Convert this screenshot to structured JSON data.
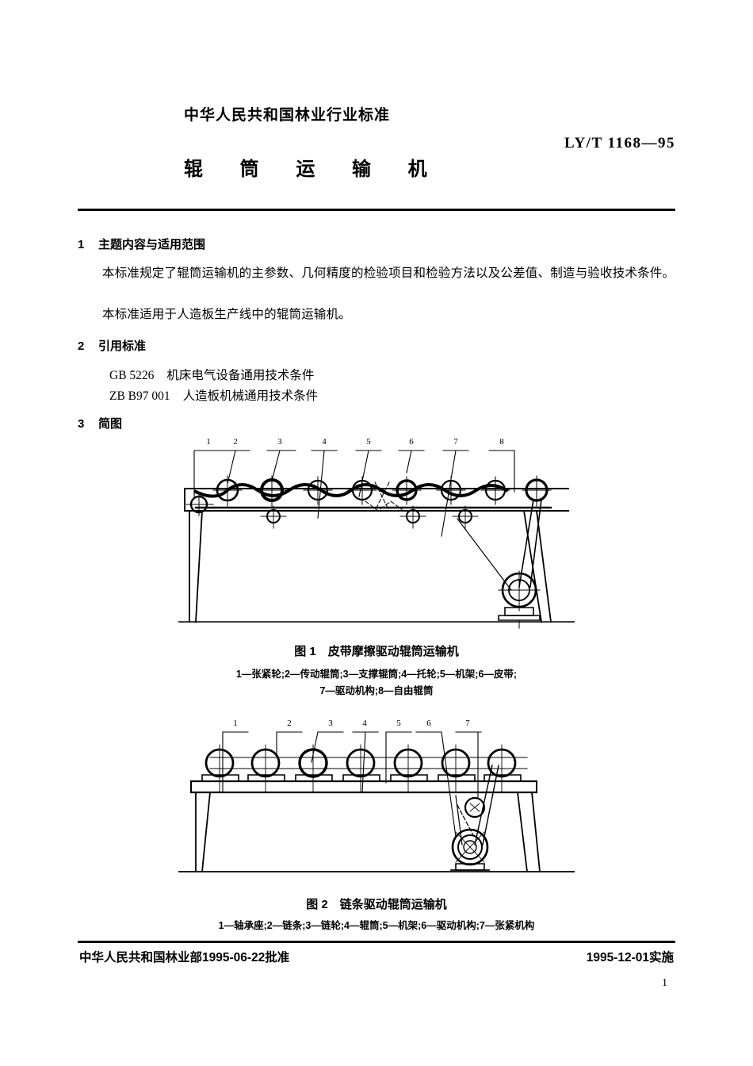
{
  "header": {
    "organization": "中华人民共和国林业行业标准",
    "standard_number": "LY/T 1168—95",
    "title": "辊 筒 运 输 机"
  },
  "sections": [
    {
      "number": "1",
      "heading": "主题内容与适用范围",
      "paragraphs": [
        "本标准规定了辊筒运输机的主参数、几何精度的检验项目和检验方法以及公差值、制造与验收技术条件。",
        "本标准适用于人造板生产线中的辊筒运输机。"
      ]
    },
    {
      "number": "2",
      "heading": "引用标准",
      "references": [
        {
          "code": "GB 5226",
          "title": "机床电气设备通用技术条件"
        },
        {
          "code": "ZB B97 001",
          "title": "人造板机械通用技术条件"
        }
      ]
    },
    {
      "number": "3",
      "heading": "简图"
    }
  ],
  "figures": [
    {
      "id": "figure-1",
      "caption": "图 1　皮带摩擦驱动辊筒运输机",
      "callouts": [
        "1",
        "2",
        "3",
        "4",
        "5",
        "6",
        "7",
        "8"
      ],
      "legend_line_1": "1—张紧轮;2—传动辊筒;3—支撑辊筒;4—托轮;5—机架;6—皮带;",
      "legend_line_2": "7—驱动机构;8—自由辊筒"
    },
    {
      "id": "figure-2",
      "caption": "图 2　链条驱动辊筒运输机",
      "callouts": [
        "1",
        "2",
        "3",
        "4",
        "5",
        "6",
        "7"
      ],
      "legend_line_1": "1—轴承座;2—链条;3—链轮;4—辊筒;5—机架;6—驱动机构;7—张紧机构"
    }
  ],
  "footer": {
    "approval": "中华人民共和国林业部1995-06-22批准",
    "implementation": "1995-12-01实施",
    "page_number": "1"
  }
}
